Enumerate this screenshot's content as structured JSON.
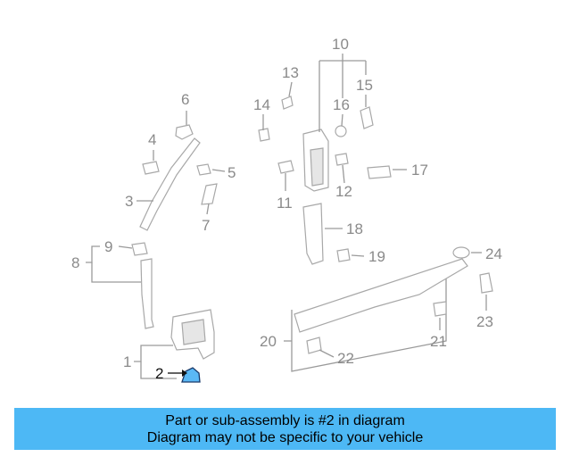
{
  "highlight_color": "#5ab8f5",
  "banner": {
    "background": "#4db8f5",
    "line1": "Part or sub-assembly is #2 in diagram",
    "line2": "Diagram may not be specific to your vehicle"
  },
  "callouts": {
    "c1": "1",
    "c2": "2",
    "c3": "3",
    "c4": "4",
    "c5": "5",
    "c6": "6",
    "c7": "7",
    "c8": "8",
    "c9": "9",
    "c10": "10",
    "c11": "11",
    "c12": "12",
    "c13": "13",
    "c14": "14",
    "c15": "15",
    "c16": "16",
    "c17": "17",
    "c18": "18",
    "c19": "19",
    "c20": "20",
    "c21": "21",
    "c22": "22",
    "c23": "23",
    "c24": "24"
  },
  "highlighted_part": "2"
}
